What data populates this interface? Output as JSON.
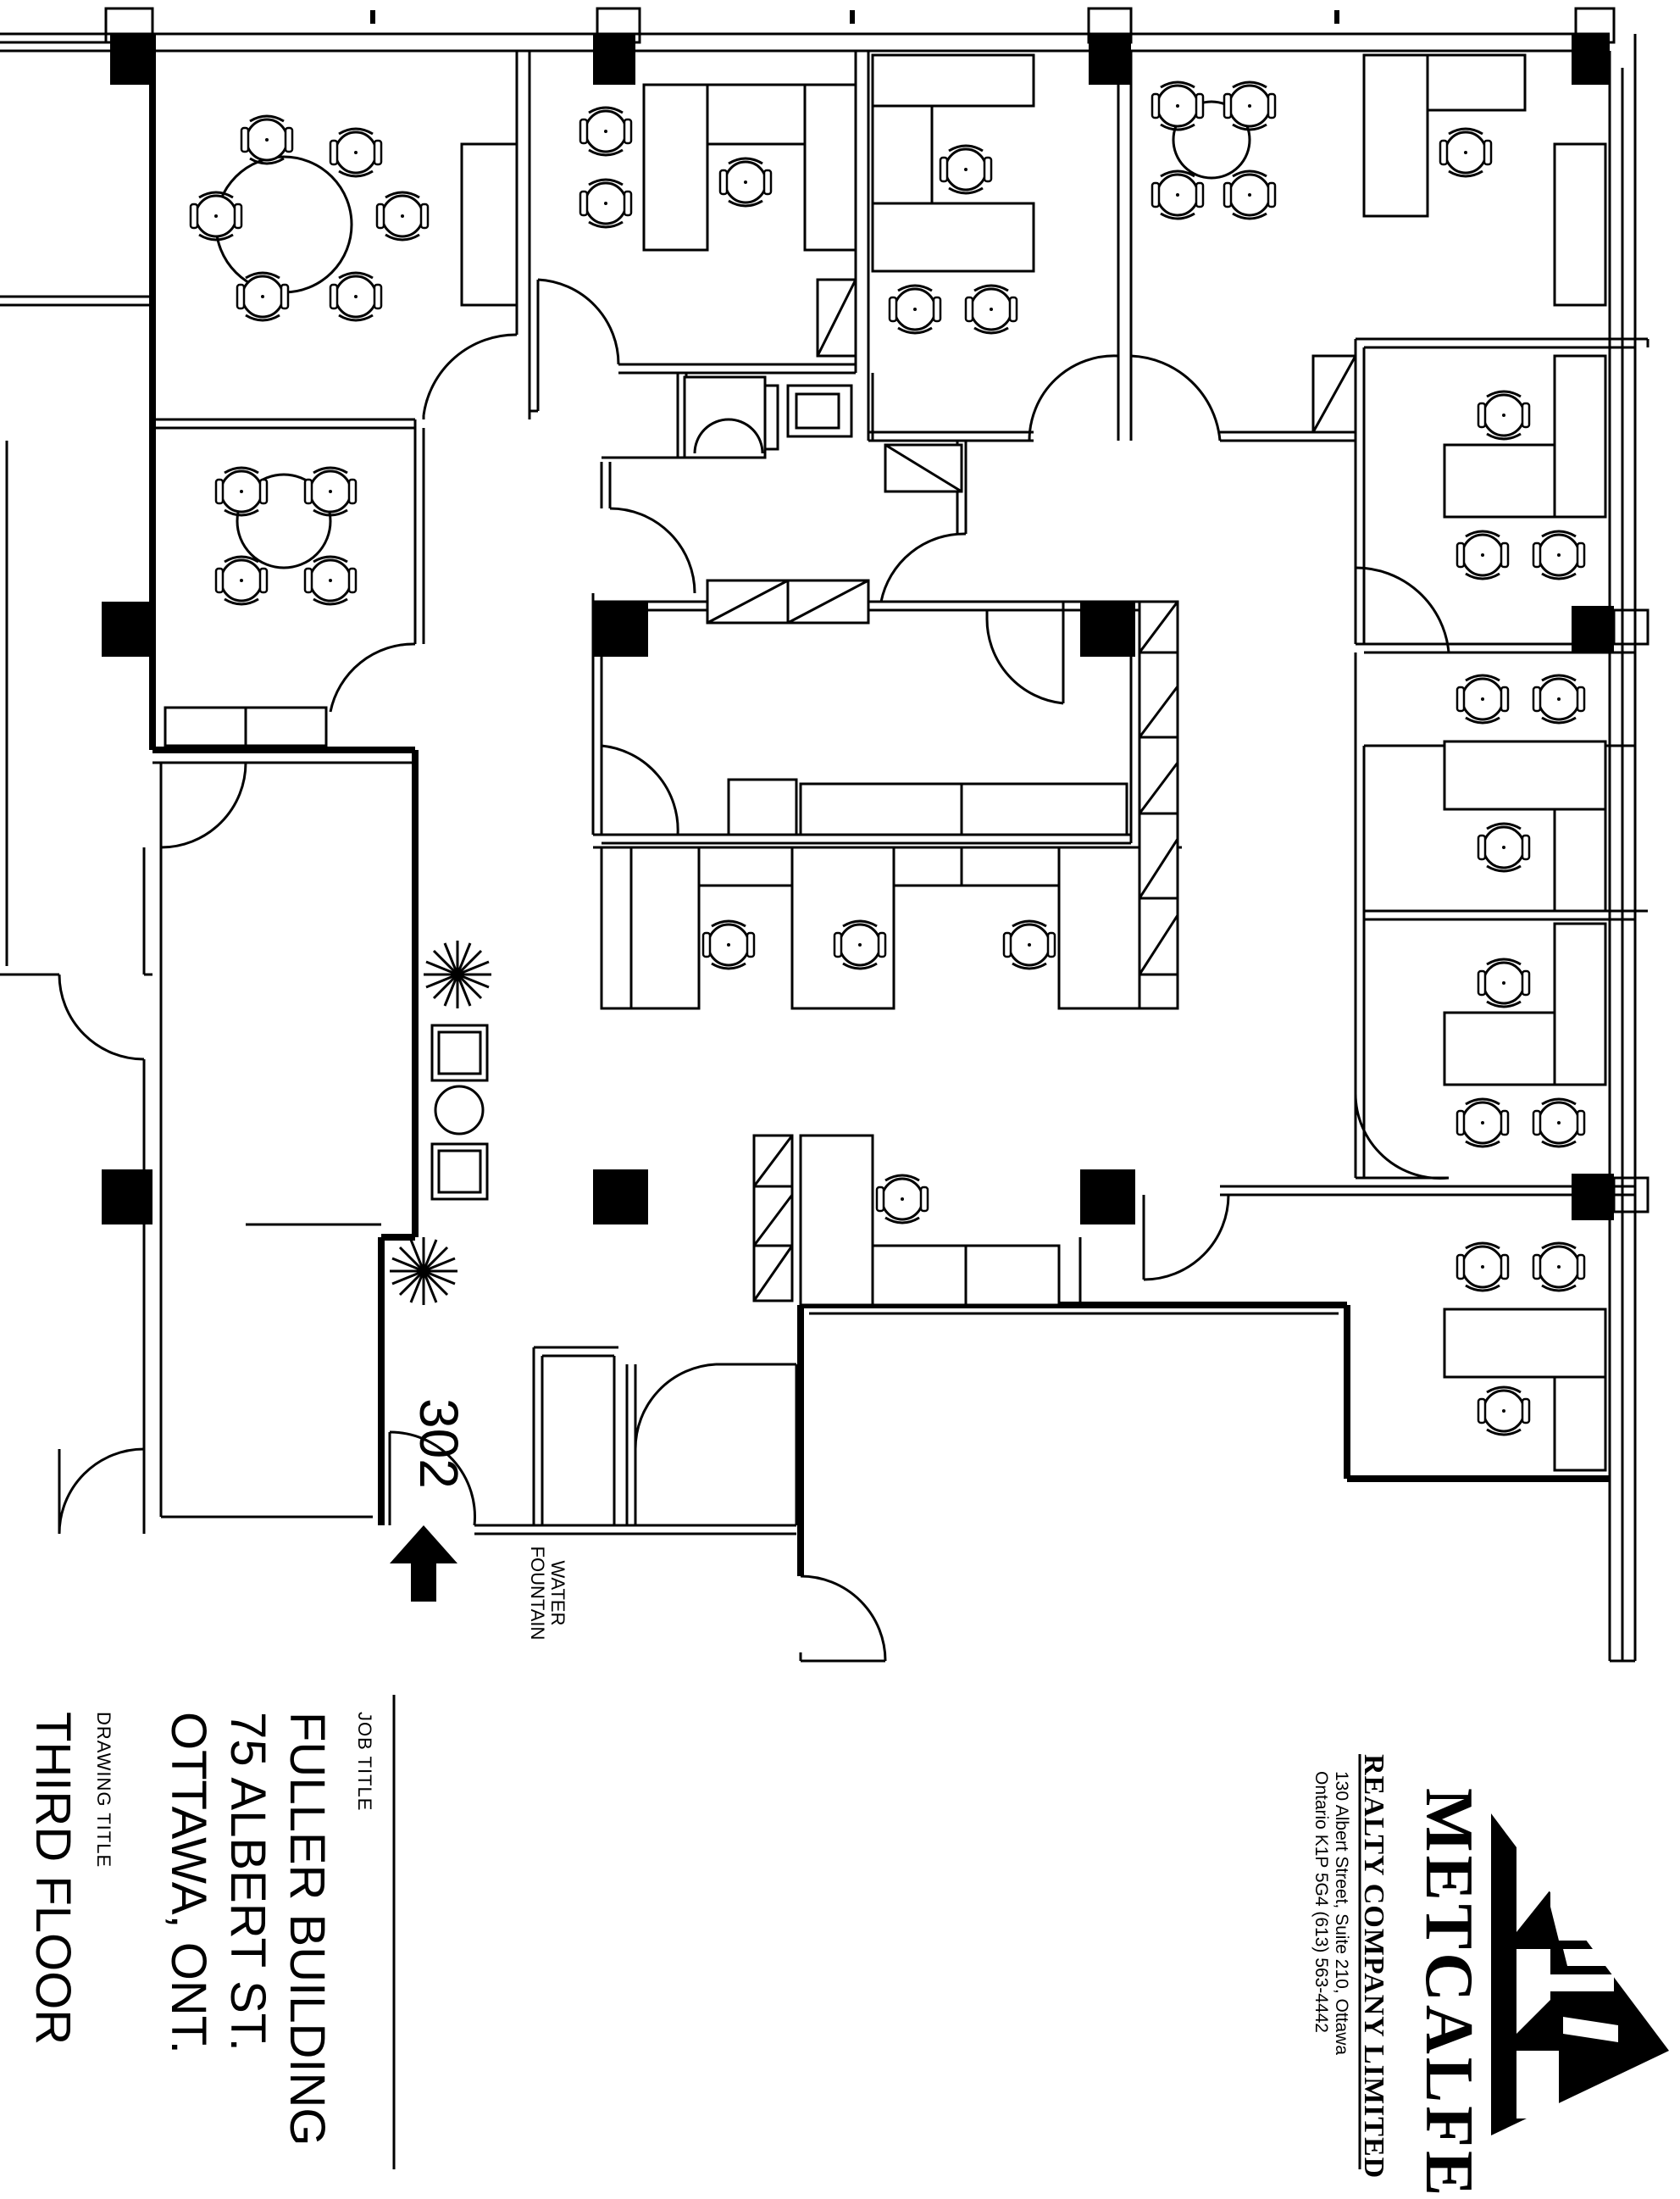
{
  "plan": {
    "suite_number": "302",
    "water_fountain_label": "WATER FOUNTAIN"
  },
  "title_block": {
    "job_title_label": "JOB TITLE",
    "job_title_lines": [
      "FULLER BUILDING",
      "75 ALBERT ST.",
      "OTTAWA, ONT."
    ],
    "drawing_title_label": "DRAWING TITLE",
    "drawing_title": "THIRD FLOOR"
  },
  "company": {
    "name": "METCALFE",
    "subtitle": "REALTY COMPANY LIMITED",
    "address_line1": "130 Albert Street, Suite 210, Ottawa",
    "address_line2": "Ontario K1P 5G4 (613) 563-4442"
  }
}
